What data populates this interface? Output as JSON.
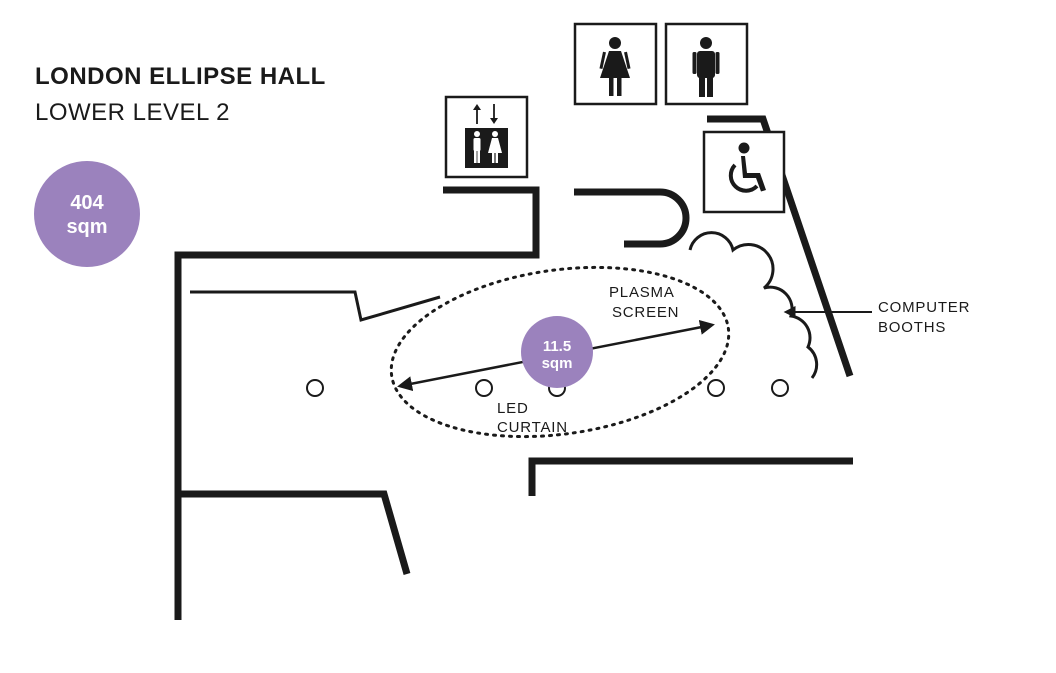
{
  "header": {
    "title": "LONDON ELLIPSE HALL",
    "subtitle": "LOWER LEVEL 2"
  },
  "colors": {
    "accent": "#9b82bd",
    "ink": "#1a1a1a"
  },
  "badges": {
    "hall_area": {
      "value": "404",
      "unit": "sqm"
    },
    "zone_area": {
      "value": "11.5",
      "unit": "sqm"
    }
  },
  "labels": {
    "plasma": [
      "PLASMA",
      "SCREEN"
    ],
    "led": [
      "LED",
      "CURTAIN"
    ],
    "booths": [
      "COMPUTER",
      "BOOTHS"
    ]
  },
  "icons": {
    "lift": "lift-icon",
    "female_wc": "female-toilet-icon",
    "male_wc": "male-toilet-icon",
    "accessible_wc": "wheelchair-icon"
  }
}
